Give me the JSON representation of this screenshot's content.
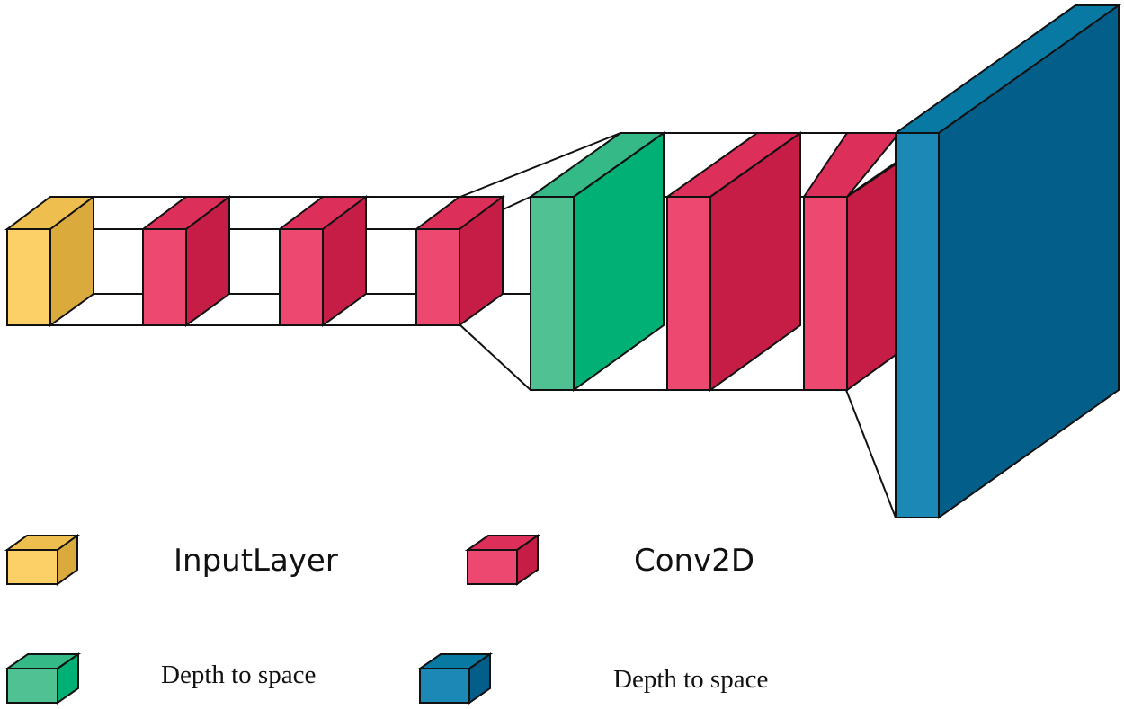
{
  "layers": [
    {
      "id": "input",
      "type": "InputLayer"
    },
    {
      "id": "conv-1",
      "type": "Conv2D"
    },
    {
      "id": "conv-2",
      "type": "Conv2D"
    },
    {
      "id": "conv-3",
      "type": "Conv2D"
    },
    {
      "id": "depth-to-space-1",
      "type": "Depth to space"
    },
    {
      "id": "conv-4",
      "type": "Conv2D"
    },
    {
      "id": "conv-5",
      "type": "Conv2D"
    },
    {
      "id": "depth-to-space-2",
      "type": "Depth to space"
    }
  ],
  "legend": [
    {
      "label": "InputLayer",
      "color": "input"
    },
    {
      "label": "Conv2D",
      "color": "conv"
    },
    {
      "label": "Depth to space",
      "color": "d2s_green"
    },
    {
      "label": "Depth to space",
      "color": "d2s_blue"
    }
  ],
  "colors": {
    "input": {
      "front": "#fcd067",
      "side": "#dbaa3c",
      "top": "#eebe4f"
    },
    "conv": {
      "front": "#ec4870",
      "side": "#c51d46",
      "top": "#dc2f5a"
    },
    "d2s_green": {
      "front": "#4fc192",
      "side": "#00b075",
      "top": "#35b987"
    },
    "d2s_blue": {
      "front": "#1b88b5",
      "side": "#035f8a",
      "top": "#0879a3"
    },
    "outline": "#111111",
    "background": "#ffffff"
  }
}
